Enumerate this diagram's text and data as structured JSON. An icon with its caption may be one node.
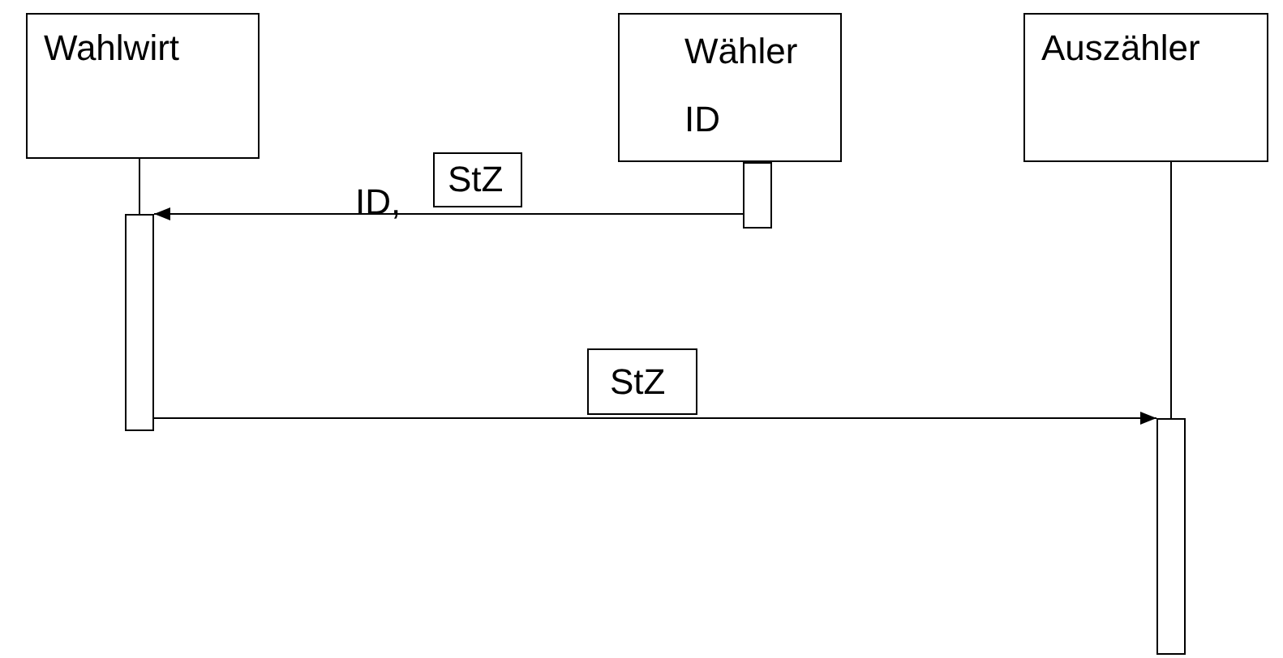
{
  "diagram": {
    "nodes": [
      {
        "text": [
          "Wahlwirt"
        ]
      },
      {
        "text": [
          "Wähler ID"
        ]
      },
      {
        "text": [
          "Auszähler"
        ]
      },
      {
        "text": [],
        "shape": "bar"
      },
      {
        "text": [],
        "shape": "bar"
      },
      {
        "text": [],
        "shape": "bar"
      },
      {
        "text": [
          "StZ"
        ]
      },
      {
        "text": [
          "StZ"
        ]
      }
    ],
    "edges": [
      {
        "from": 0,
        "to": 3,
        "arrow": "none"
      },
      {
        "from": 2,
        "to": 5,
        "arrow": "none"
      },
      {
        "from": 4,
        "to": 3,
        "arrow": "to"
      },
      {
        "from": 3,
        "to": 5,
        "arrow": "to"
      }
    ],
    "labels": [
      "ID,"
    ]
  }
}
